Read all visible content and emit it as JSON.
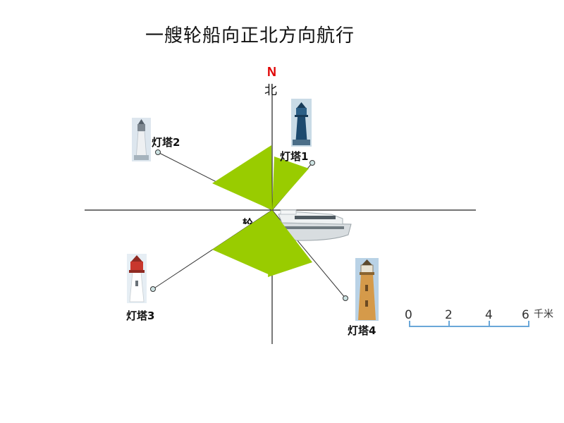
{
  "title": "一艘轮船向正北方向航行",
  "compass": {
    "n": "N",
    "north": "北"
  },
  "lighthouses": [
    {
      "id": 1,
      "label": "灯塔1"
    },
    {
      "id": 2,
      "label": "灯塔2"
    },
    {
      "id": 3,
      "label": "灯塔3"
    },
    {
      "id": 4,
      "label": "灯塔4"
    }
  ],
  "ship_label": "轮船",
  "scale": {
    "ticks": [
      "0",
      "2",
      "4",
      "6"
    ],
    "unit": "千米"
  },
  "colors": {
    "sector": "#99cc00",
    "north": "#e00000"
  }
}
